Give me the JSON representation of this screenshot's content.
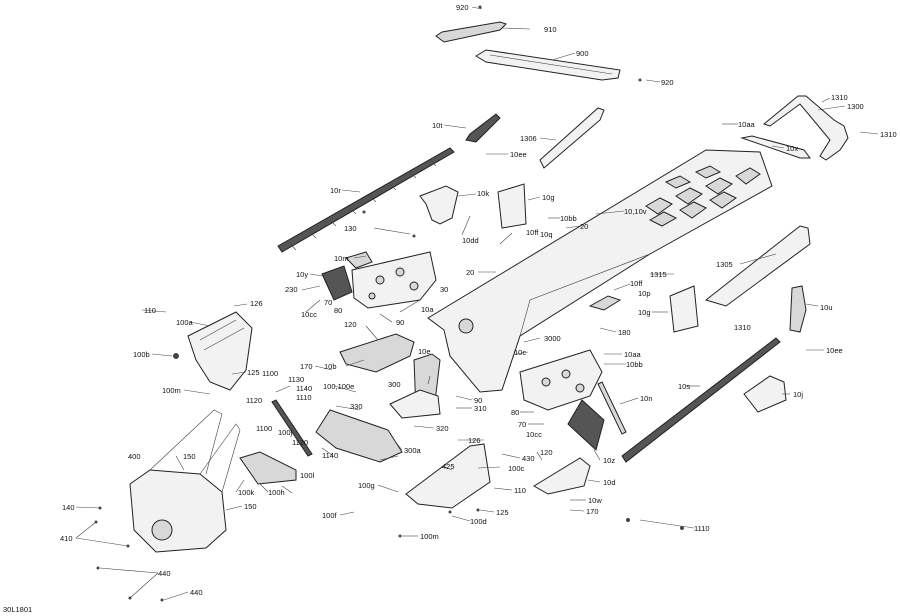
{
  "diagram_code": "30L1801",
  "callouts": [
    {
      "id": "c920a",
      "text": "920"
    },
    {
      "id": "c910",
      "text": "910"
    },
    {
      "id": "c900",
      "text": "900"
    },
    {
      "id": "c920b",
      "text": "920"
    },
    {
      "id": "c1310a",
      "text": "1310"
    },
    {
      "id": "c1300",
      "text": "1300"
    },
    {
      "id": "c1310b",
      "text": "1310"
    },
    {
      "id": "c10aa_top",
      "text": "10aa"
    },
    {
      "id": "c10x",
      "text": "10x"
    },
    {
      "id": "c10t",
      "text": "10t"
    },
    {
      "id": "c1306",
      "text": "1306"
    },
    {
      "id": "c10ee_top",
      "text": "10ee"
    },
    {
      "id": "c10r",
      "text": "10r"
    },
    {
      "id": "c10k",
      "text": "10k"
    },
    {
      "id": "c10g_top",
      "text": "10g"
    },
    {
      "id": "c10_10v",
      "text": "10,10v"
    },
    {
      "id": "c10bb_top",
      "text": "10bb"
    },
    {
      "id": "c20a",
      "text": "20"
    },
    {
      "id": "c10ff_top",
      "text": "10ff"
    },
    {
      "id": "c10q",
      "text": "10q"
    },
    {
      "id": "c130",
      "text": "130"
    },
    {
      "id": "c10dd",
      "text": "10dd"
    },
    {
      "id": "c10m",
      "text": "10m"
    },
    {
      "id": "c20b",
      "text": "20"
    },
    {
      "id": "c1315",
      "text": "1315"
    },
    {
      "id": "c1305",
      "text": "1305"
    },
    {
      "id": "c10y",
      "text": "10y"
    },
    {
      "id": "c230",
      "text": "230"
    },
    {
      "id": "c70a",
      "text": "70"
    },
    {
      "id": "c80a",
      "text": "80"
    },
    {
      "id": "c10cc_a",
      "text": "10cc"
    },
    {
      "id": "c30",
      "text": "30"
    },
    {
      "id": "c10a",
      "text": "10a"
    },
    {
      "id": "c90a",
      "text": "90"
    },
    {
      "id": "c10ff_b",
      "text": "10ff"
    },
    {
      "id": "c10p",
      "text": "10p"
    },
    {
      "id": "c10g_b",
      "text": "10g"
    },
    {
      "id": "c1310c",
      "text": "1310"
    },
    {
      "id": "c10u",
      "text": "10u"
    },
    {
      "id": "c110a",
      "text": "110"
    },
    {
      "id": "c126a",
      "text": "126"
    },
    {
      "id": "c100a",
      "text": "100a"
    },
    {
      "id": "c120a",
      "text": "120"
    },
    {
      "id": "c10e",
      "text": "10e"
    },
    {
      "id": "c3000",
      "text": "3000"
    },
    {
      "id": "c180",
      "text": "180"
    },
    {
      "id": "c10c",
      "text": "10c"
    },
    {
      "id": "c10aa_b",
      "text": "10aa"
    },
    {
      "id": "c10bb_b",
      "text": "10bb"
    },
    {
      "id": "c10ee_b",
      "text": "10ee"
    },
    {
      "id": "c100b",
      "text": "100b"
    },
    {
      "id": "c10b",
      "text": "10b"
    },
    {
      "id": "c170a",
      "text": "170"
    },
    {
      "id": "c1100a",
      "text": "1100"
    },
    {
      "id": "c1130",
      "text": "1130"
    },
    {
      "id": "c1140a",
      "text": "1140"
    },
    {
      "id": "c1110a",
      "text": "1110"
    },
    {
      "id": "c100_100e",
      "text": "100,100e"
    },
    {
      "id": "c300",
      "text": "300"
    },
    {
      "id": "c90b",
      "text": "90"
    },
    {
      "id": "c125a",
      "text": "125"
    },
    {
      "id": "c100m_a",
      "text": "100m"
    },
    {
      "id": "c10s",
      "text": "10s"
    },
    {
      "id": "c10j",
      "text": "10j"
    },
    {
      "id": "c10n",
      "text": "10n"
    },
    {
      "id": "c1120a",
      "text": "1120"
    },
    {
      "id": "c1100b",
      "text": "1100"
    },
    {
      "id": "c330",
      "text": "330"
    },
    {
      "id": "c310",
      "text": "310"
    },
    {
      "id": "c80b",
      "text": "80"
    },
    {
      "id": "c70b",
      "text": "70"
    },
    {
      "id": "c10cc_b",
      "text": "10cc"
    },
    {
      "id": "c320",
      "text": "320"
    },
    {
      "id": "c126b",
      "text": "126"
    },
    {
      "id": "c300a",
      "text": "300a"
    },
    {
      "id": "c100j",
      "text": "100j"
    },
    {
      "id": "c1120b",
      "text": "1120"
    },
    {
      "id": "c1140b",
      "text": "1140"
    },
    {
      "id": "c430",
      "text": "430"
    },
    {
      "id": "c100c",
      "text": "100c"
    },
    {
      "id": "c120b",
      "text": "120"
    },
    {
      "id": "c10z",
      "text": "10z"
    },
    {
      "id": "c400",
      "text": "400"
    },
    {
      "id": "c150a",
      "text": "150"
    },
    {
      "id": "c100l",
      "text": "100l"
    },
    {
      "id": "c425",
      "text": "425"
    },
    {
      "id": "c10d",
      "text": "10d"
    },
    {
      "id": "c100g",
      "text": "100g"
    },
    {
      "id": "c110b",
      "text": "110"
    },
    {
      "id": "c100k",
      "text": "100k"
    },
    {
      "id": "c100h",
      "text": "100h"
    },
    {
      "id": "c150b",
      "text": "150"
    },
    {
      "id": "c10w",
      "text": "10w"
    },
    {
      "id": "c170b",
      "text": "170"
    },
    {
      "id": "c140",
      "text": "140"
    },
    {
      "id": "c125b",
      "text": "125"
    },
    {
      "id": "c100f",
      "text": "100f"
    },
    {
      "id": "c100d",
      "text": "100d"
    },
    {
      "id": "c1110b",
      "text": "1110"
    },
    {
      "id": "c410",
      "text": "410"
    },
    {
      "id": "c100m_b",
      "text": "100m"
    },
    {
      "id": "c440a",
      "text": "440"
    },
    {
      "id": "c440b",
      "text": "440"
    }
  ]
}
